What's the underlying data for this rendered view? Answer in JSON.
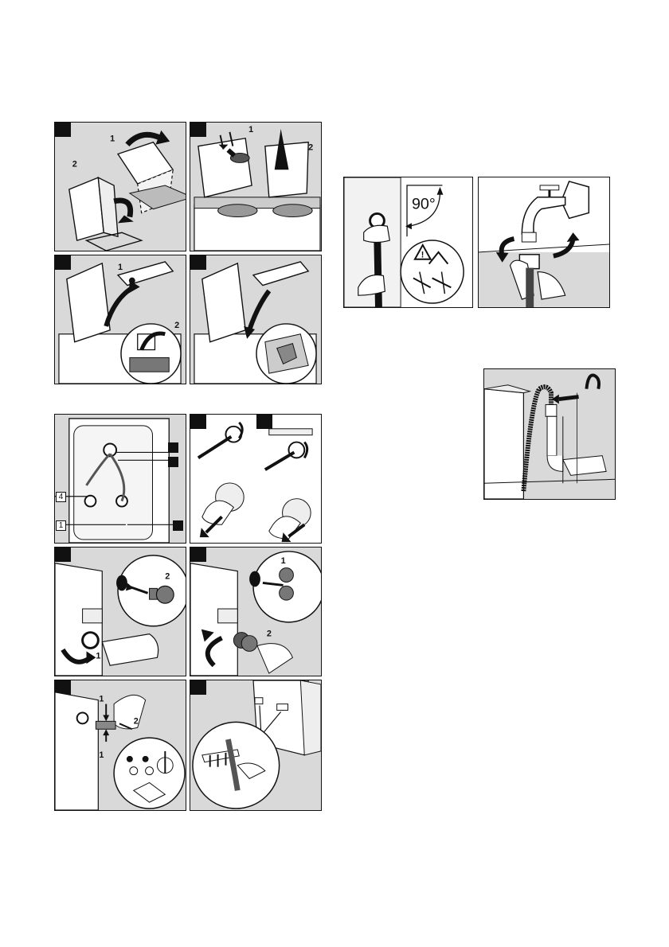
{
  "section_a": {
    "p1": {
      "step1": "1",
      "step2": "2"
    },
    "p2": {
      "step1": "1",
      "step2": "2"
    },
    "p3": {
      "step1": "1",
      "step2": "2"
    },
    "p4": {}
  },
  "section_b": {
    "angle": "90°"
  },
  "section_c": {
    "back_callouts": {
      "c4": "4",
      "c1": "1"
    },
    "p_plug": {
      "step1": "1",
      "step2": "2"
    },
    "p_cap": {
      "step1": "1",
      "step2": "2"
    },
    "p_bracket": {
      "step1a": "1",
      "step2": "2",
      "step1b": "1"
    }
  },
  "colors": {
    "panel": "#d9d9d9",
    "ink": "#111111",
    "white": "#ffffff"
  }
}
